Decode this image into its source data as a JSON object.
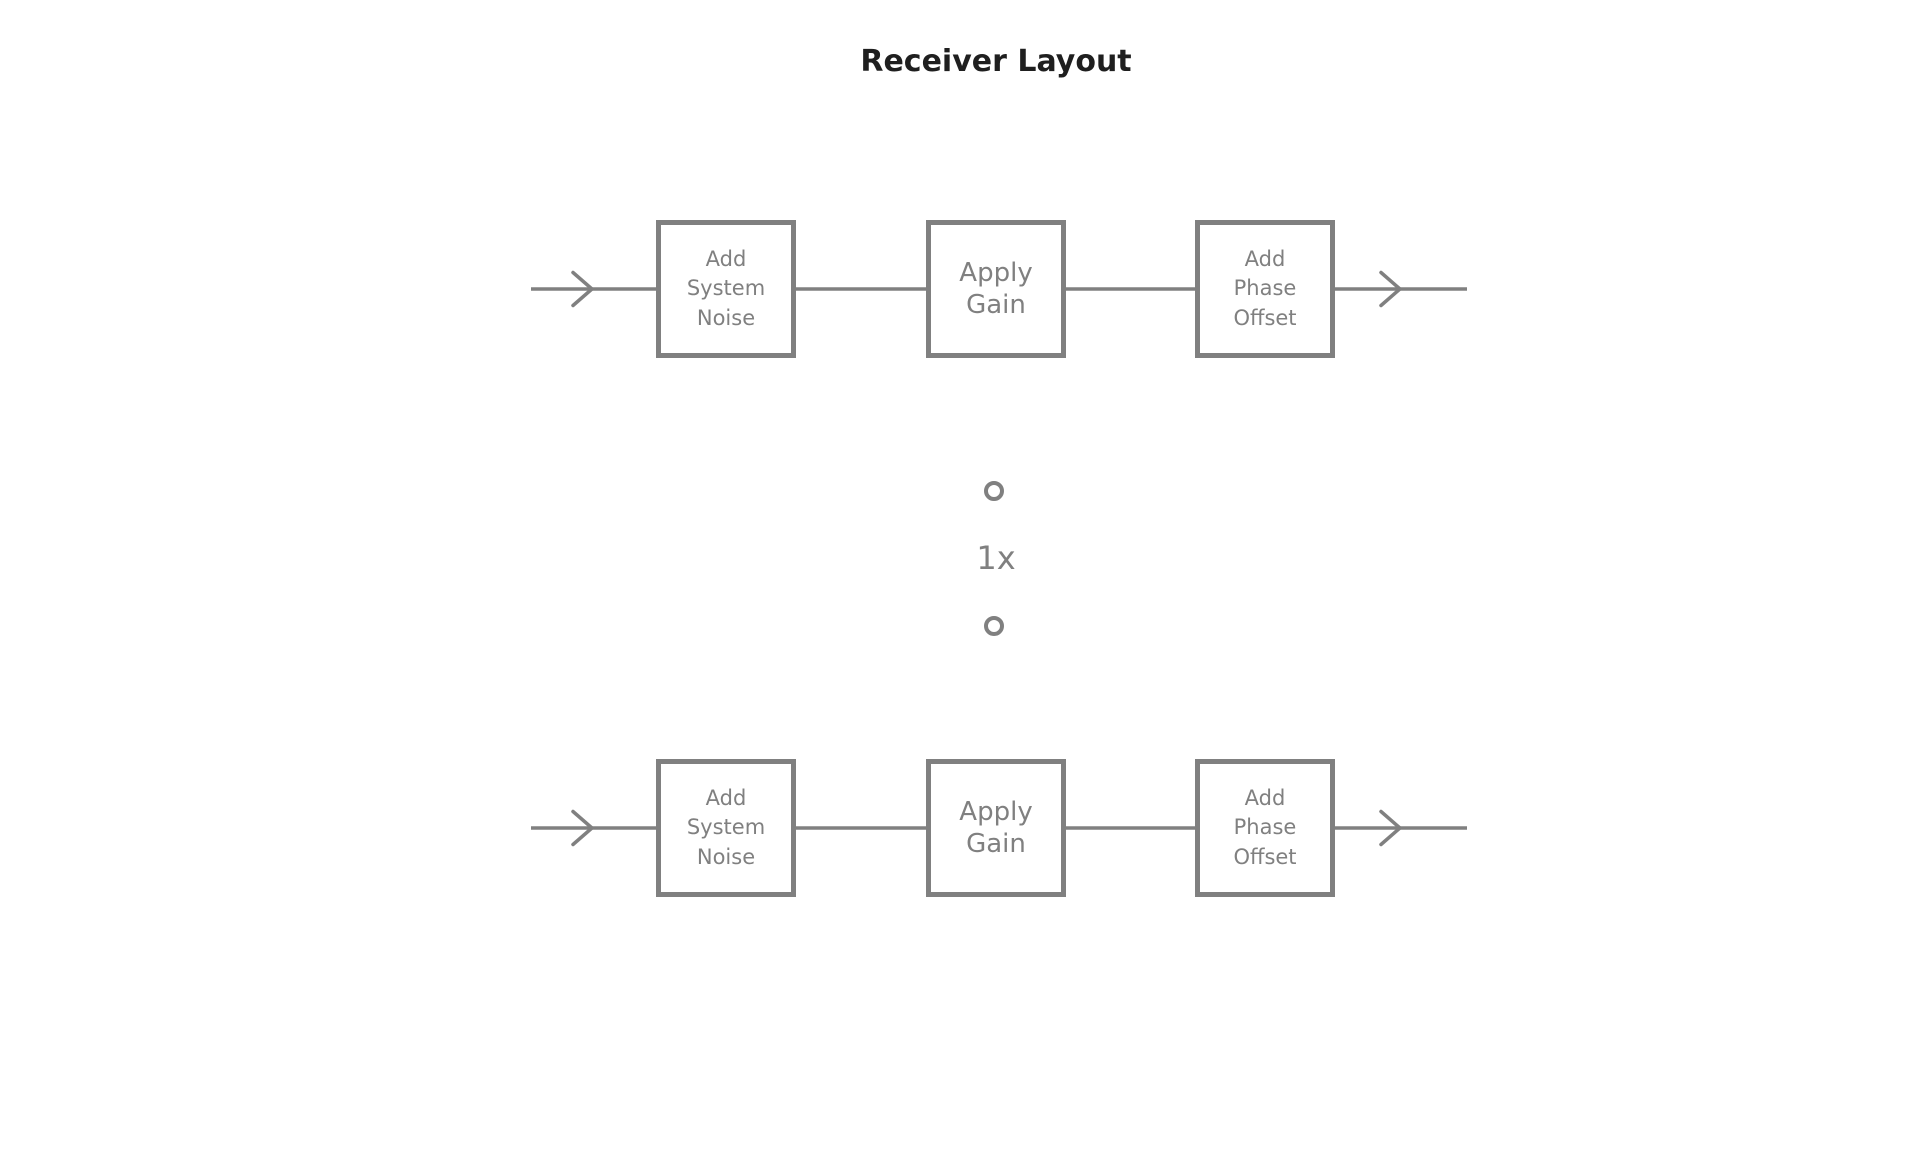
{
  "figure": {
    "title": "Receiver Layout",
    "repeat_label": "1x",
    "colors": {
      "diagram_gray": "#808080",
      "title_text": "#1f1f1f",
      "background": "#ffffff"
    },
    "chains": [
      {
        "name": "receiver-chain-top",
        "blocks": [
          {
            "label": "Add\nSystem\nNoise"
          },
          {
            "label": "Apply\nGain"
          },
          {
            "label": "Add\nPhase\nOffset"
          }
        ]
      },
      {
        "name": "receiver-chain-bottom",
        "blocks": [
          {
            "label": "Add\nSystem\nNoise"
          },
          {
            "label": "Apply\nGain"
          },
          {
            "label": "Add\nPhase\nOffset"
          }
        ]
      }
    ]
  }
}
